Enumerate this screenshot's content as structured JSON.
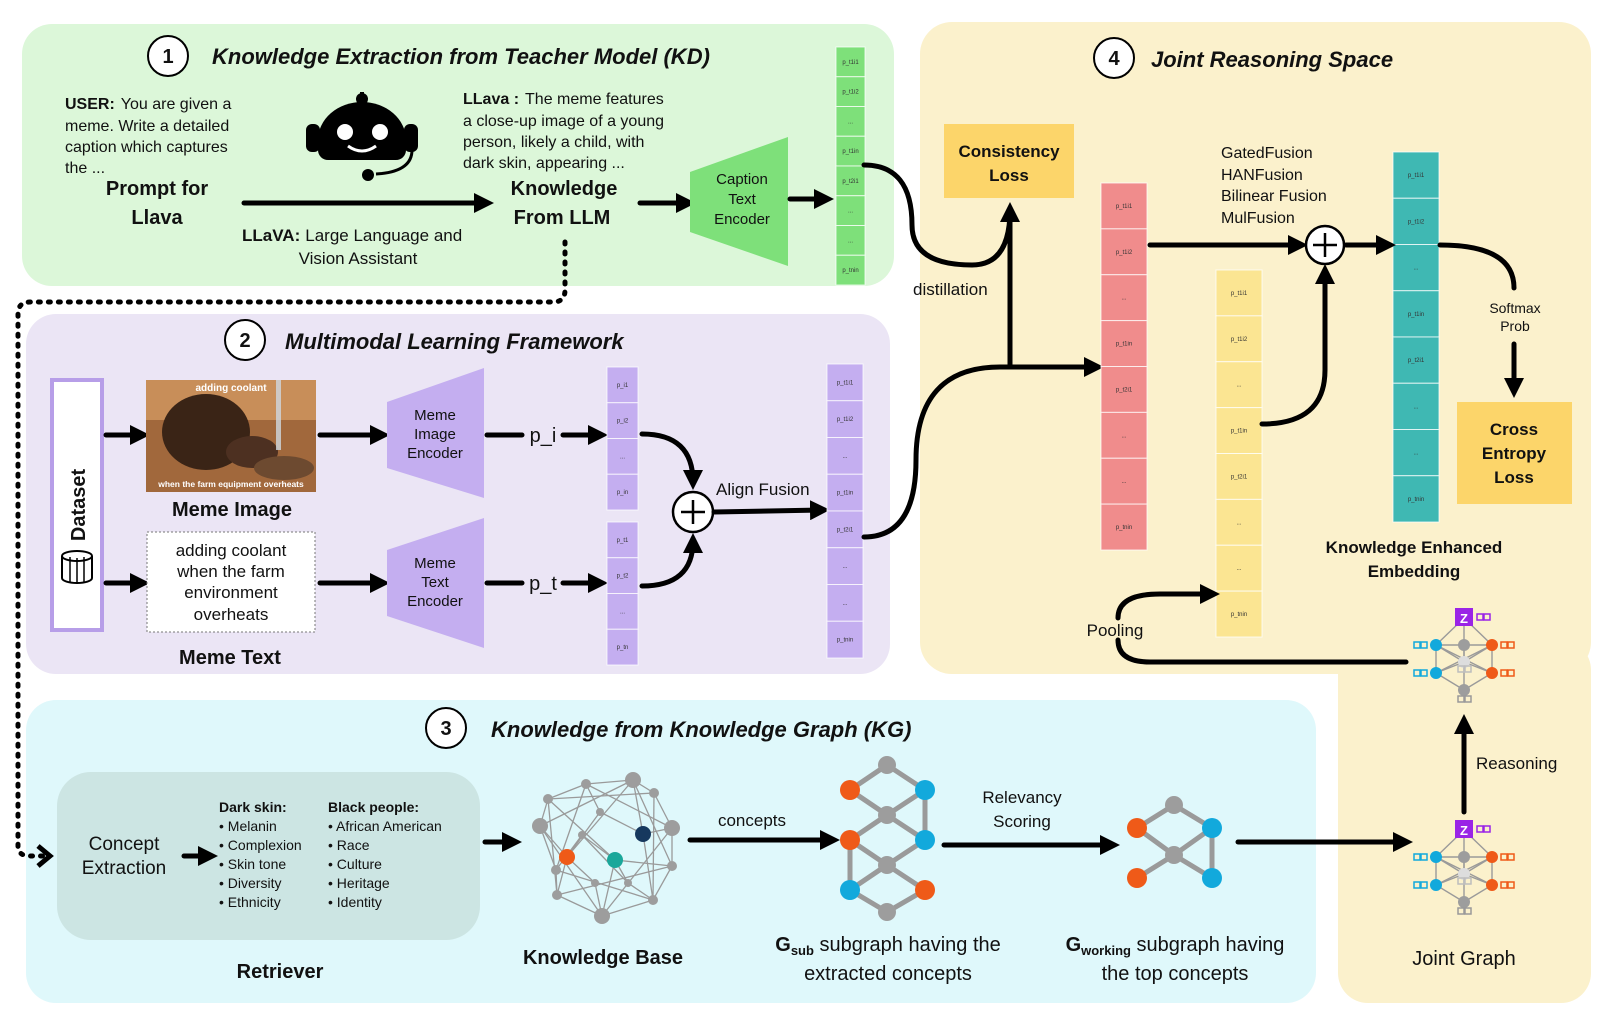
{
  "section1": {
    "num": "1",
    "title": "Knowledge Extraction from Teacher Model  (KD)",
    "user_label": "USER:",
    "user_lines": [
      "You are given a",
      "meme. Write a detailed",
      "caption which captures",
      "the ..."
    ],
    "prompt_lines": [
      "Prompt for",
      "Llava"
    ],
    "llava_label": "LLava :",
    "llava_lines": [
      "The meme features",
      "a close-up image of a young",
      "person, likely a child, with",
      "dark skin, appearing ..."
    ],
    "knowledge_lines": [
      "Knowledge",
      "From LLM"
    ],
    "llava_full_label": "LLaVA:",
    "llava_full_lines": [
      "Large Language and",
      "Vision Assistant"
    ],
    "caption_encoder_lines": [
      "Caption",
      "Text",
      "Encoder"
    ],
    "vector": [
      "p_t1i1",
      "p_t1i2",
      "...",
      "p_t1in",
      "p_t2i1",
      "...",
      "...",
      "p_tnin"
    ]
  },
  "section2": {
    "num": "2",
    "title": "Multimodal Learning Framework",
    "dataset_label": "Dataset",
    "meme_image_caption": "Meme Image",
    "meme_img_top": "adding coolant",
    "meme_img_bottom": "when the farm equipment overheats",
    "meme_text_lines": [
      "adding coolant",
      "when the farm",
      "environment",
      "overheats"
    ],
    "meme_text_caption": "Meme Text",
    "image_encoder_lines": [
      "Meme",
      "Image",
      "Encoder"
    ],
    "text_encoder_lines": [
      "Meme",
      "Text",
      "Encoder"
    ],
    "p_i": "p_i",
    "p_t": "p_t",
    "vec_i": [
      "p_i1",
      "p_i2",
      "...",
      "p_in"
    ],
    "vec_t": [
      "p_t1",
      "p_t2",
      "...",
      "p_tn"
    ],
    "align_fusion": "Align Fusion",
    "fused_vec": [
      "p_t1i1",
      "p_t1i2",
      "...",
      "p_t1in",
      "p_t2i1",
      "...",
      "...",
      "p_tnin"
    ]
  },
  "section3": {
    "num": "3",
    "title": "Knowledge from Knowledge Graph (KG)",
    "concept_extraction_lines": [
      "Concept",
      "Extraction"
    ],
    "col1_title": "Dark skin:",
    "col1_items": [
      "• Melanin",
      "• Complexion",
      "• Skin tone",
      "• Diversity",
      "• Ethnicity"
    ],
    "col2_title": "Black people:",
    "col2_items": [
      "• African American",
      "• Race",
      "• Culture",
      "• Heritage",
      "• Identity"
    ],
    "retriever": "Retriever",
    "knowledge_base": "Knowledge Base",
    "concepts": "concepts",
    "relevancy_lines": [
      "Relevancy",
      "Scoring"
    ],
    "gsub_main": "G",
    "gsub_sub": "sub",
    "gsub_line1": " subgraph having the",
    "gsub_line2": "extracted concepts",
    "gwork_main": "G",
    "gwork_sub": "working",
    "gwork_line1": " subgraph having",
    "gwork_line2": "the top concepts"
  },
  "section4": {
    "num": "4",
    "title": "Joint Reasoning Space",
    "consistency_lines": [
      "Consistency",
      "Loss"
    ],
    "distillation": "distillation",
    "fusion_methods": [
      "GatedFusion",
      "HANFusion",
      "Bilinear Fusion",
      "MulFusion"
    ],
    "softmax_lines": [
      "Softmax",
      "Prob"
    ],
    "cross_entropy_lines": [
      "Cross",
      "Entropy",
      "Loss"
    ],
    "ke_embedding_lines": [
      "Knowledge Enhanced",
      "Embedding"
    ],
    "pooling": "Pooling",
    "reasoning": "Reasoning",
    "joint_graph": "Joint Graph",
    "z_label": "Z",
    "red_vec": [
      "p_t1i1",
      "p_t1i2",
      "...",
      "p_t1in",
      "p_t2i1",
      "...",
      "...",
      "p_tnin"
    ],
    "yellow_vec": [
      "p_t1i1",
      "p_t1i2",
      "...",
      "p_t1in",
      "p_t2i1",
      "...",
      "...",
      "p_tnin"
    ],
    "teal_vec": [
      "p_t1i1",
      "p_t1i2",
      "...",
      "p_t1in",
      "p_t2i1",
      "...",
      "...",
      "p_tnin"
    ]
  },
  "colors": {
    "green_panel": "#dcf7d9",
    "purple_panel": "#ebe5f5",
    "cyan_panel": "#dff8fb",
    "yellow_panel": "#fbf1cc",
    "green_vector": "#7ee07a",
    "purple_vector": "#c4aef0",
    "red_vector": "#f08c8c",
    "yellow_vector": "#fbe592",
    "teal_vector": "#3fb8b3",
    "orange_box": "#fcd56a",
    "node_orange": "#ef5a18",
    "node_blue": "#12a9dc",
    "node_gray": "#9d9d9d",
    "node_teal": "#1aa79a",
    "node_navy": "#16385e",
    "node_purple": "#9a24e6"
  }
}
